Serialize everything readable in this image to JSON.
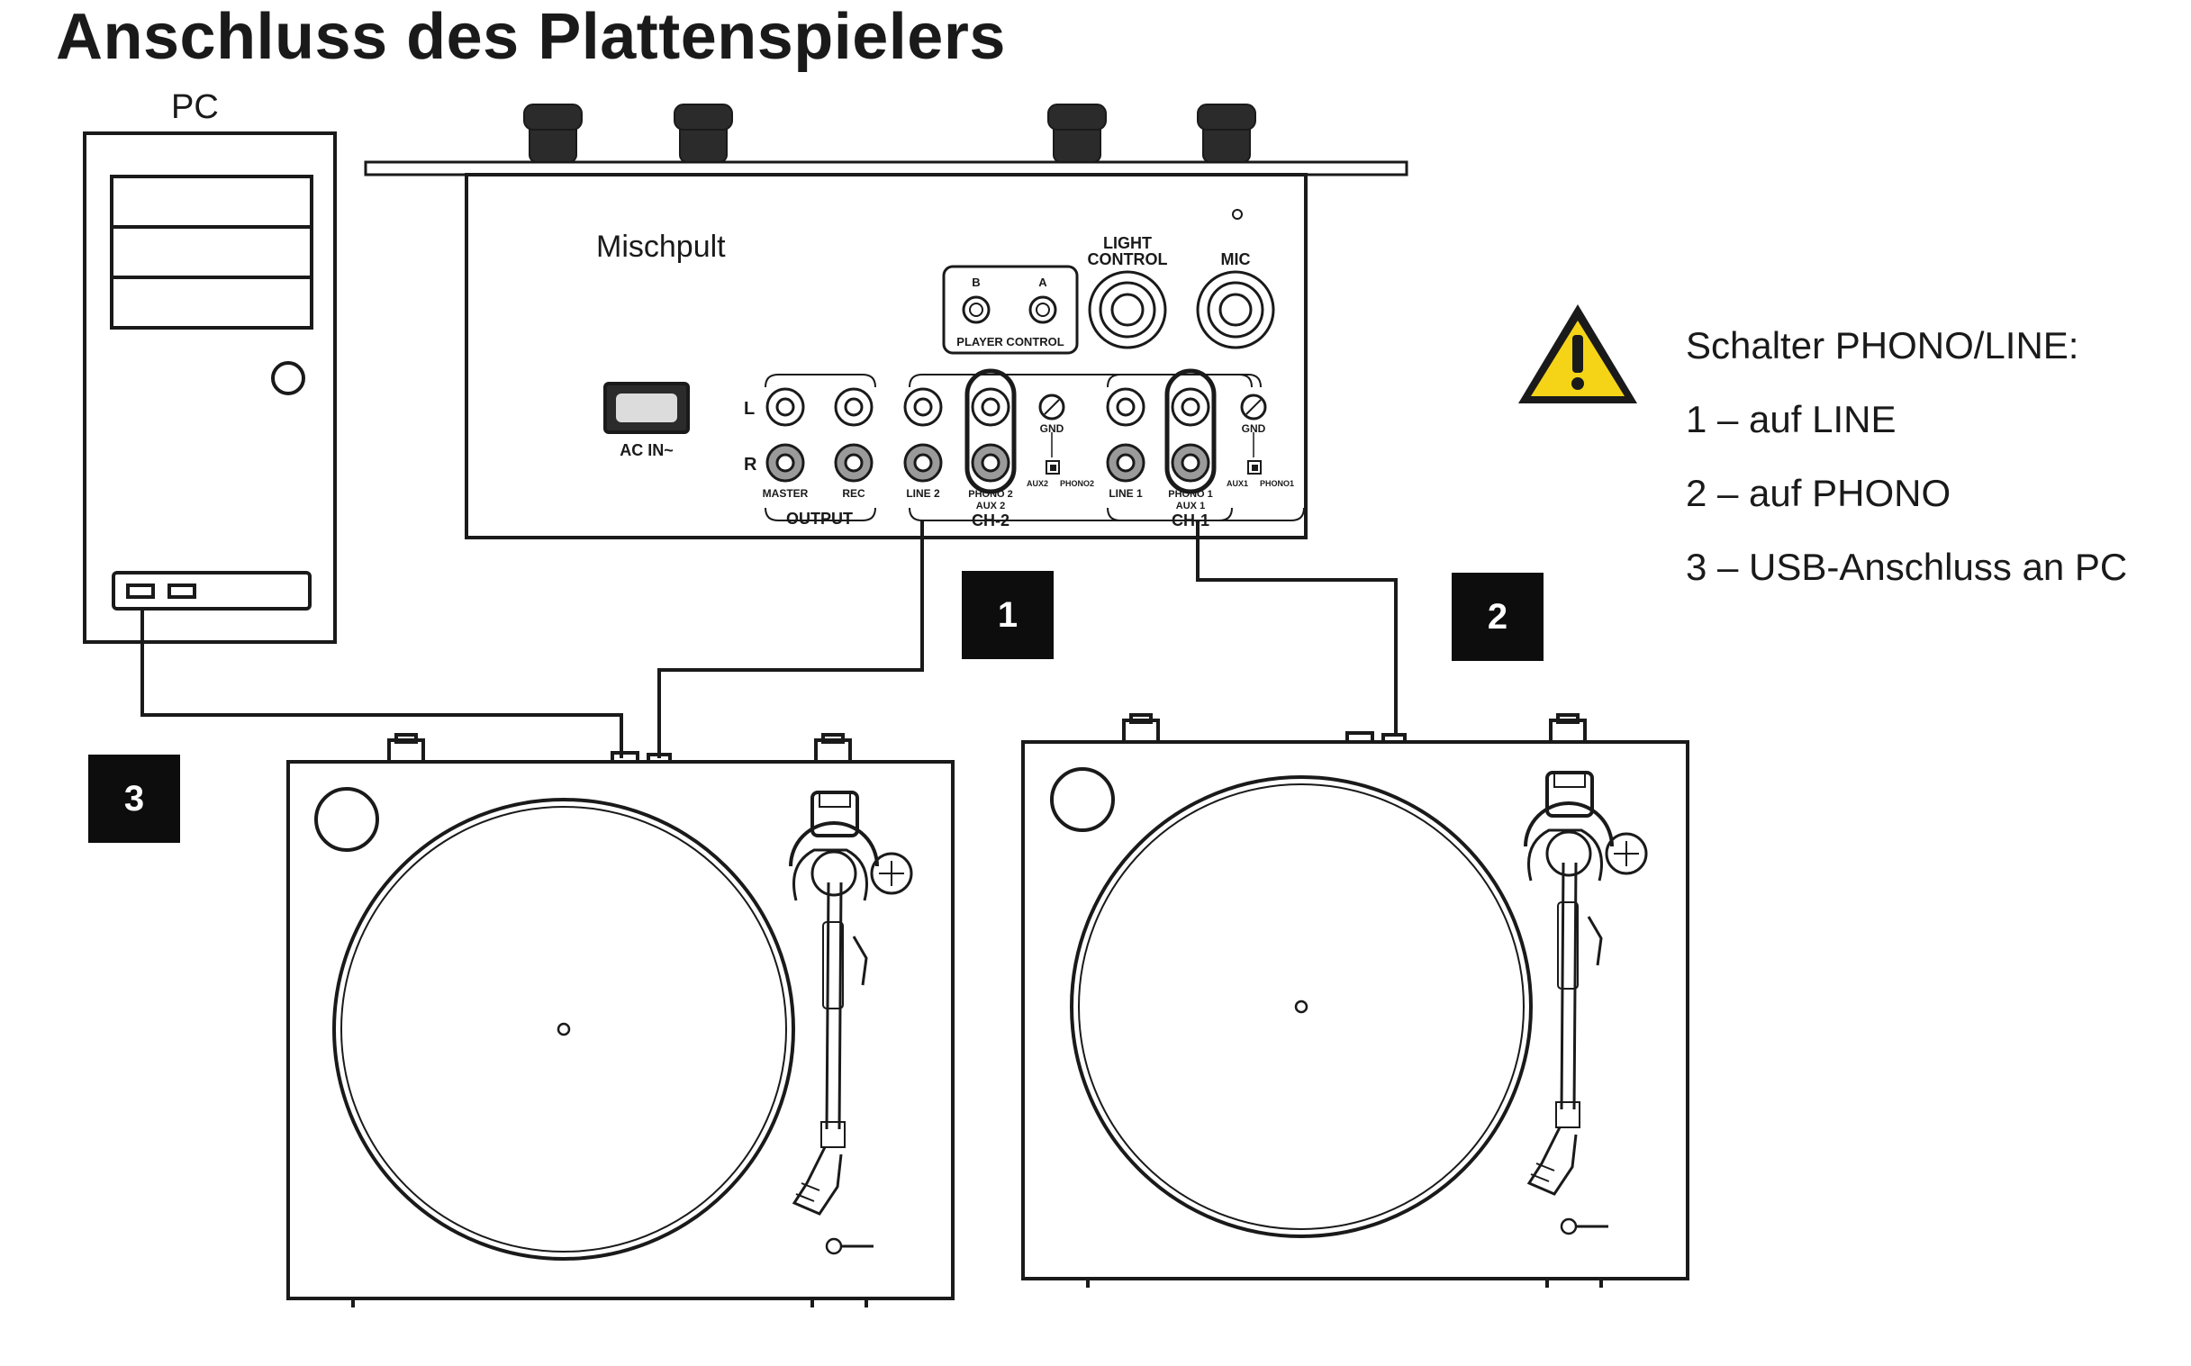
{
  "title": "Anschluss des Plattenspielers",
  "pc_label": "PC",
  "mixer_label": "Mischpult",
  "mixer_text": {
    "light_control_line1": "LIGHT",
    "light_control_line2": "CONTROL",
    "mic": "MIC",
    "player_control": "PLAYER CONTROL",
    "player_b": "B",
    "player_a": "A",
    "ac_in": "AC IN~",
    "left": "L",
    "right": "R",
    "master": "MASTER",
    "rec": "REC",
    "output": "OUTPUT",
    "line2": "LINE 2",
    "phono2_line1": "PHONO 2",
    "phono2_line2": "AUX 2",
    "ch2": "CH-2",
    "aux2": "AUX2",
    "phono2_switch": "PHONO2",
    "gnd": "GND",
    "line1": "LINE 1",
    "phono1_line1": "PHONO 1",
    "phono1_line2": "AUX 1",
    "ch1": "CH-1",
    "aux1": "AUX1",
    "phono1_switch": "PHONO1"
  },
  "badges": {
    "b1": "1",
    "b2": "2",
    "b3": "3"
  },
  "instructions": {
    "heading": "Schalter PHONO/LINE:",
    "item1": "1 – auf LINE",
    "item2": "2 – auf PHONO",
    "item3": "3 – USB-Anschluss an PC"
  },
  "colors": {
    "line": "#1a1a1a",
    "knob": "#2b2b2b",
    "badge_bg": "#0d0d0d",
    "warning_fill": "#f5d418"
  },
  "icons": {
    "warning": "warning-triangle-icon"
  }
}
